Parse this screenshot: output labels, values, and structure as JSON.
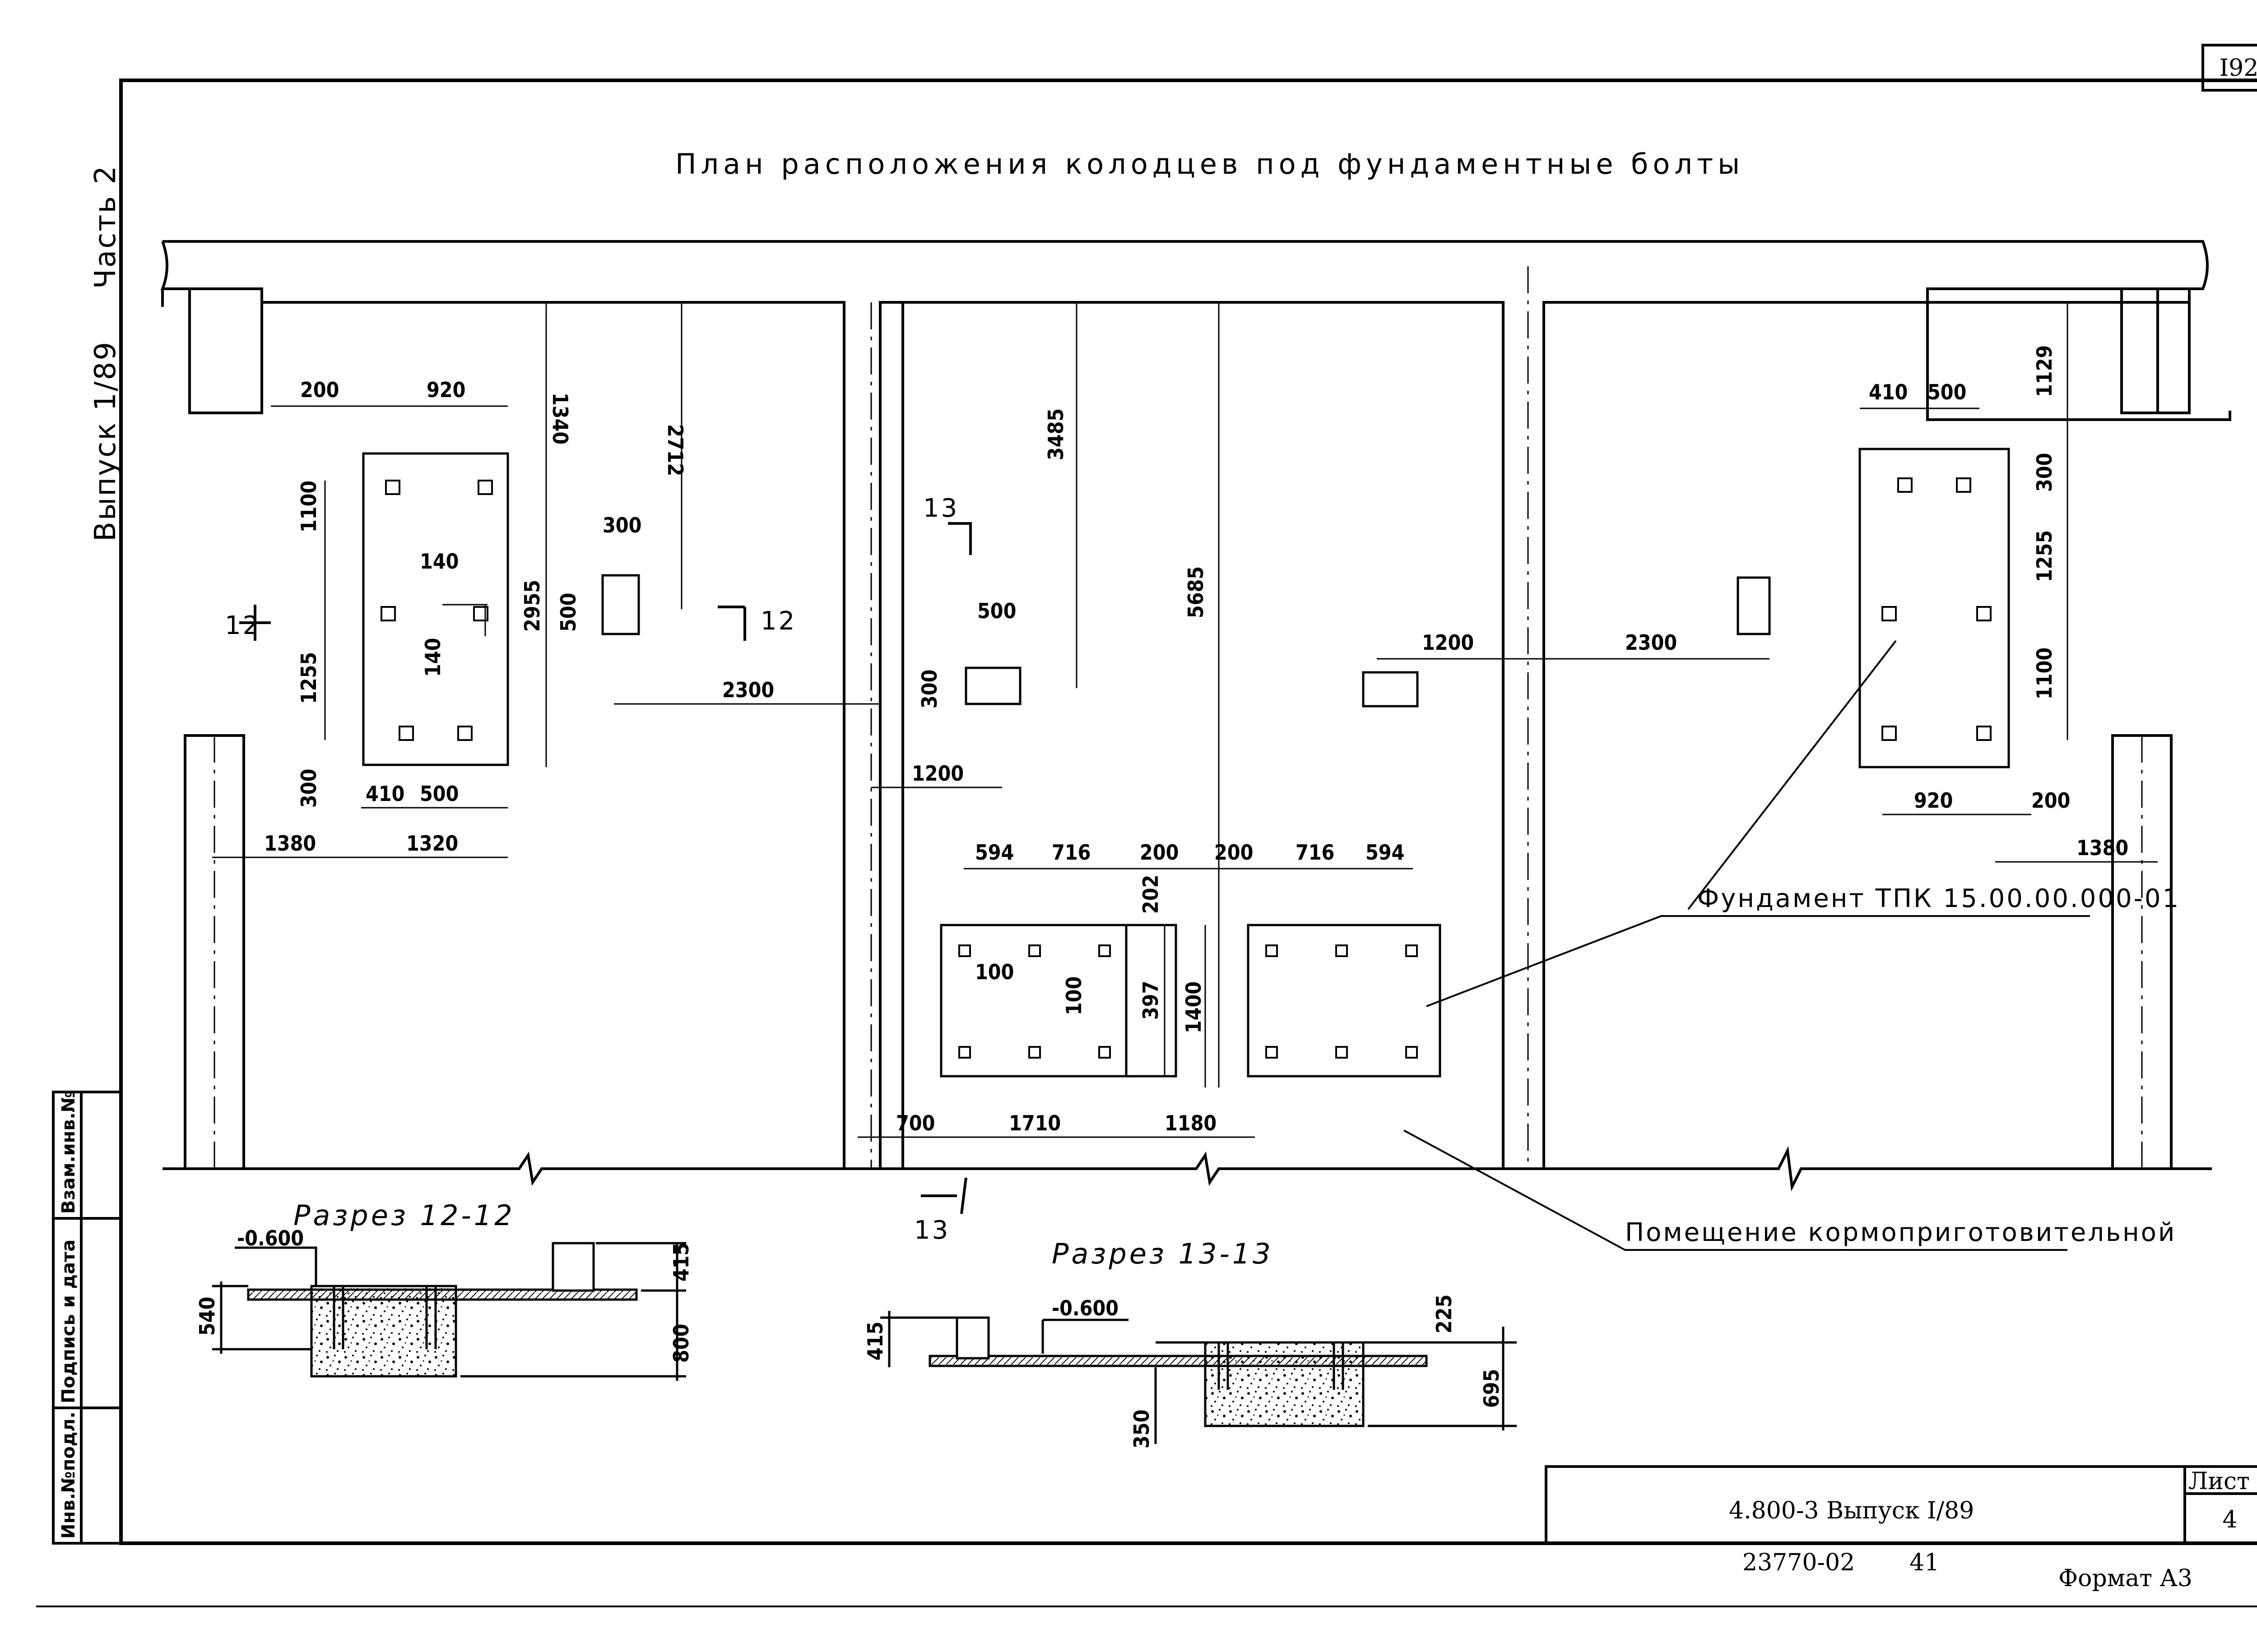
{
  "sheet_number": "I92",
  "title": "План расположения колодцев под фундаментные болты",
  "side_note": {
    "issue": "Выпуск 1/89",
    "part": "Часть 2"
  },
  "stamp": {
    "inv_no": "Инв.№подл.",
    "signature": "Подпись и дата",
    "replace_inv": "Взам.инв.№"
  },
  "sections": {
    "s12": "Разрез 12-12",
    "s13": "Разрез 13-13"
  },
  "section_marks": {
    "a": "12",
    "b": "13"
  },
  "labels": {
    "foundation": "Фундамент ТПК 15.00.00.000-01",
    "room": "Помещение кормоприготовительной"
  },
  "levels": {
    "l1": "-0.600",
    "l2": "-0.600"
  },
  "dims": {
    "d200a": "200",
    "d920a": "920",
    "d1340": "1340",
    "d2712": "2712",
    "d1100a": "1100",
    "d140a": "140",
    "d140b": "140",
    "d1255a": "1255",
    "d2955": "2955",
    "d300a": "300",
    "d500a": "500",
    "d300b": "300",
    "d410a": "410",
    "d500b": "500",
    "d1380a": "1380",
    "d1320": "1320",
    "d2300a": "2300",
    "d3485": "3485",
    "d5685": "5685",
    "d500c": "500",
    "d300c": "300",
    "d1200a": "1200",
    "d594a": "594",
    "d716a": "716",
    "d200b": "200",
    "d200c": "200",
    "d716b": "716",
    "d594b": "594",
    "d202": "202",
    "d100a": "100",
    "d100b": "100",
    "d397": "397",
    "d1400": "1400",
    "d700": "700",
    "d1710": "1710",
    "d1180": "1180",
    "d1200b": "1200",
    "d2300b": "2300",
    "d1129": "1129",
    "d410b": "410",
    "d500d": "500",
    "d300d": "300",
    "d1255b": "1255",
    "d1100b": "1100",
    "d920b": "920",
    "d200d": "200",
    "d1380b": "1380",
    "s540": "540",
    "s415a": "415",
    "s800": "800",
    "s415b": "415",
    "s225": "225",
    "s695": "695",
    "s350": "350"
  },
  "title_block": {
    "code": "4.800-3  Выпуск I/89",
    "sheet_label": "Лист",
    "sheet_no": "4"
  },
  "footer": {
    "number": "23770-02",
    "extra": "41",
    "format": "Формат А3"
  }
}
